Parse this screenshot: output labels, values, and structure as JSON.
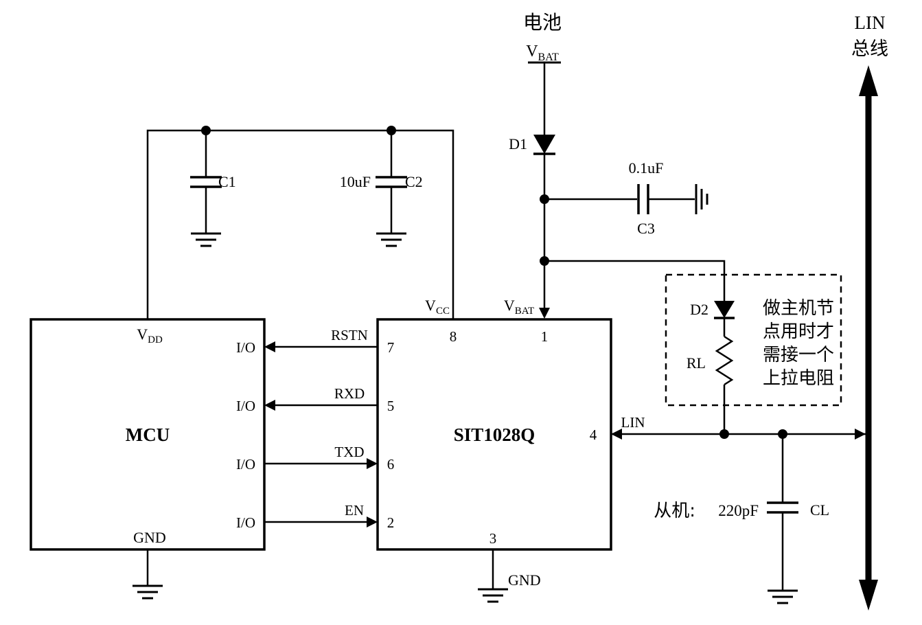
{
  "battery": {
    "name": "电池",
    "v": "V",
    "sub": "BAT"
  },
  "bus": {
    "line1": "LIN",
    "line2": "总线"
  },
  "mcu": {
    "name": "MCU",
    "vdd_v": "V",
    "vdd_sub": "DD",
    "gnd": "GND",
    "io": [
      "I/O",
      "I/O",
      "I/O",
      "I/O"
    ]
  },
  "sit": {
    "name": "SIT1028Q",
    "vcc_v": "V",
    "vcc_sub": "CC",
    "vbat_v": "V",
    "vbat_sub": "BAT",
    "gnd": "GND",
    "pin1": "1",
    "pin2": "2",
    "pin3": "3",
    "pin4": "4",
    "pin5": "5",
    "pin6": "6",
    "pin7": "7",
    "pin8": "8"
  },
  "signals": {
    "rstn": "RSTN",
    "rxd": "RXD",
    "txd": "TXD",
    "en": "EN",
    "lin": "LIN"
  },
  "components": {
    "d1": "D1",
    "d2": "D2",
    "c1": "C1",
    "c2": "C2",
    "c2_value": "10uF",
    "c3": "C3",
    "c3_value": "0.1uF",
    "rl": "RL",
    "cl": "CL",
    "cl_value": "220pF"
  },
  "notes": {
    "master": [
      "做主机节",
      "点用时才",
      "需接一个",
      "上拉电阻"
    ],
    "slave": "从机:"
  },
  "colors": {
    "line": "#000000",
    "background": "#ffffff"
  }
}
